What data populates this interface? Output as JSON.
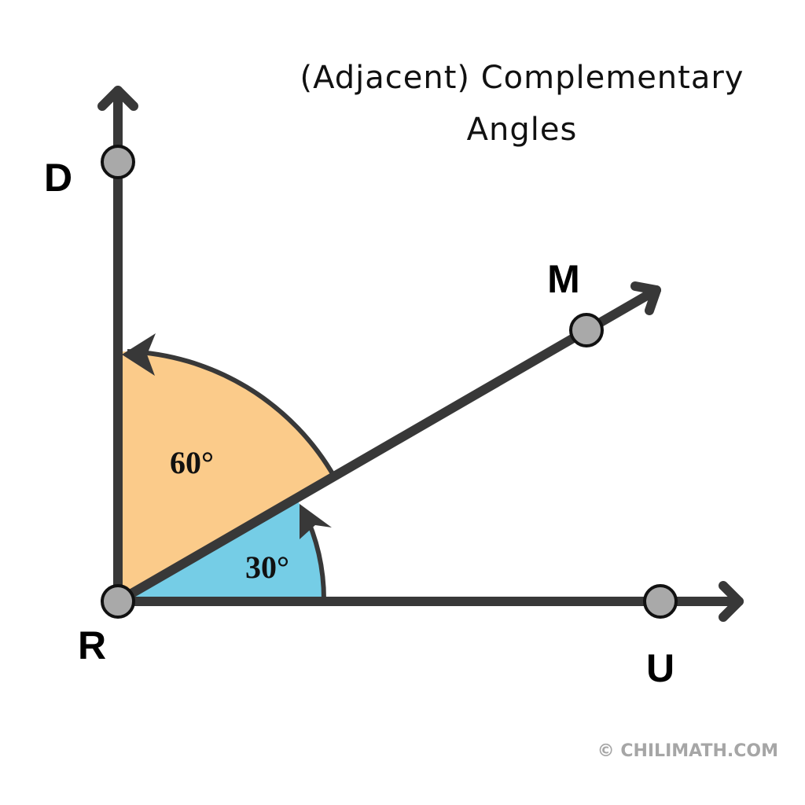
{
  "title": {
    "line1": "(Adjacent) Complementary",
    "line2": "Angles"
  },
  "points": {
    "D": "D",
    "M": "M",
    "R": "R",
    "U": "U"
  },
  "angles": {
    "large": {
      "label": "60°",
      "color": "#FBCB8A"
    },
    "small": {
      "label": "30°",
      "color": "#75CDE6"
    }
  },
  "colors": {
    "ray": "#383838",
    "point_fill": "#A9A9A9",
    "point_stroke": "#111111"
  },
  "credit": "© CHILIMATH.COM"
}
